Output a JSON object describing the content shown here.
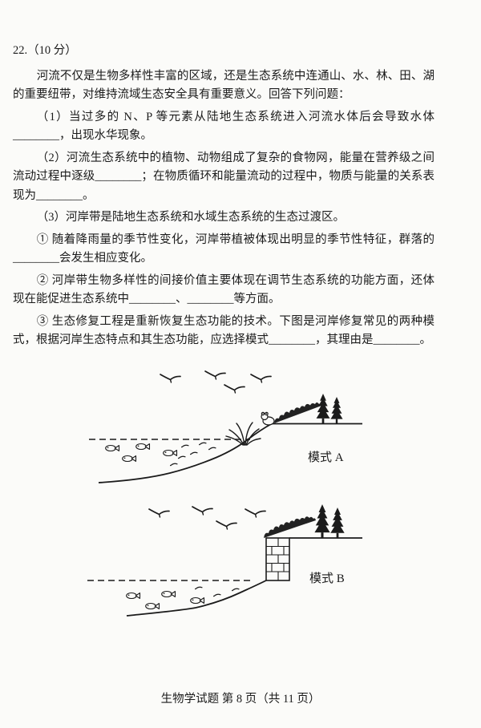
{
  "content": {
    "q_header": "22.（10 分）",
    "intro": "河流不仅是生物多样性丰富的区域，还是生态系统中连通山、水、林、田、湖的重要纽带，对维持流域生态安全具有重要意义。回答下列问题：",
    "part1": "（1）当过多的 N、P 等元素从陆地生态系统进入河流水体后会导致水体________，出现水华现象。",
    "part2": "（2）河流生态系统中的植物、动物组成了复杂的食物网，能量在营养级之间流动过程中逐级________；在物质循环和能量流动的过程中，物质与能量的关系表现为________。",
    "part3": "（3）河岸带是陆地生态系统和水域生态系统的生态过渡区。",
    "sub1": "① 随着降雨量的季节性变化，河岸带植被体现出明显的季节性特征，群落的________会发生相应变化。",
    "sub2": "② 河岸带生物多样性的间接价值主要体现在调节生态系统的功能方面，还体现在能促进生态系统中________、________等方面。",
    "sub3": "③ 生态修复工程是重新恢复生态功能的技术。下图是河岸修复常见的两种模式，根据河岸生态特点和其生态功能，应选择模式________，其理由是________。"
  },
  "diagrams": {
    "a": {
      "label": "模式 A",
      "type": "natural-sloped-riverbank",
      "elements": [
        "birds-icon",
        "pine-trees-icon",
        "shrubs-icon",
        "frog-icon",
        "reeds-icon",
        "water-surface-dashed-line",
        "fish-icon",
        "fry-shrimp-icon",
        "gentle-slope-bank-line"
      ]
    },
    "b": {
      "label": "模式 B",
      "type": "vertical-brick-retaining-wall-bank",
      "elements": [
        "birds-icon",
        "pine-trees-icon",
        "shrubs-icon",
        "brick-wall-icon",
        "water-surface-dashed-line",
        "fish-icon",
        "fry-shrimp-icon",
        "riverbed-line"
      ]
    }
  },
  "footer": {
    "text": "生物学试题 第 8 页（共 11 页）"
  },
  "colors": {
    "ink": "#1b1b1b",
    "paper": "#fbfbf9"
  }
}
